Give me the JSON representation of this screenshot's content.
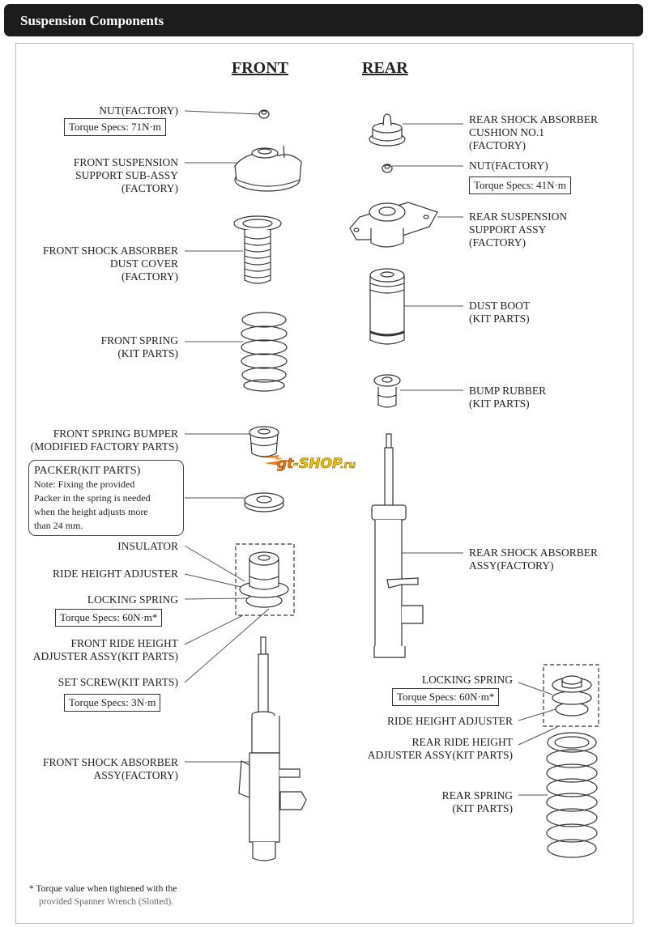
{
  "header": {
    "title": "Suspension Components"
  },
  "columns": {
    "front": "FRONT",
    "rear": "REAR"
  },
  "front": {
    "nut": {
      "label": "NUT(FACTORY)",
      "torque": "Torque Specs: 71N·m"
    },
    "support": {
      "label": "FRONT SUSPENSION\nSUPPORT SUB-ASSY\n(FACTORY)"
    },
    "dust_cover": {
      "label": "FRONT SHOCK ABSORBER\nDUST COVER\n(FACTORY)"
    },
    "spring": {
      "label": "FRONT SPRING\n(KIT PARTS)"
    },
    "spring_bumper": {
      "label": "FRONT SPRING BUMPER\n(MODIFIED FACTORY PARTS)"
    },
    "packer": {
      "title": "PACKER(KIT PARTS)",
      "note": "Note: Fixing the provided\nPacker in the spring is needed\nwhen the height adjusts more\nthan 24 mm."
    },
    "insulator": {
      "label": "INSULATOR"
    },
    "ride_height_adjuster": {
      "label": "RIDE HEIGHT ADJUSTER"
    },
    "locking_spring": {
      "label": "LOCKING SPRING",
      "torque": "Torque Specs: 60N·m*"
    },
    "adjuster_assy": {
      "label": "FRONT RIDE HEIGHT\nADJUSTER ASSY(KIT PARTS)"
    },
    "set_screw": {
      "label": "SET SCREW(KIT PARTS)",
      "torque": "Torque Specs: 3N·m"
    },
    "shock_absorber": {
      "label": "FRONT SHOCK ABSORBER\nASSY(FACTORY)"
    }
  },
  "rear": {
    "cushion": {
      "label": "REAR SHOCK ABSORBER\nCUSHION NO.1\n(FACTORY)"
    },
    "nut": {
      "label": "NUT(FACTORY)",
      "torque": "Torque Specs: 41N·m"
    },
    "support": {
      "label": "REAR SUSPENSION\nSUPPORT ASSY\n(FACTORY)"
    },
    "dust_boot": {
      "label": "DUST BOOT\n(KIT PARTS)"
    },
    "bump_rubber": {
      "label": "BUMP RUBBER\n(KIT PARTS)"
    },
    "shock_absorber": {
      "label": "REAR SHOCK ABSORBER\nASSY(FACTORY)"
    },
    "locking_spring": {
      "label": "LOCKING SPRING",
      "torque": "Torque Specs: 60N·m*"
    },
    "ride_height_adjuster": {
      "label": "RIDE HEIGHT ADJUSTER"
    },
    "adjuster_assy": {
      "label": "REAR RIDE HEIGHT\nADJUSTER ASSY(KIT PARTS)"
    },
    "spring": {
      "label": "REAR SPRING\n(KIT PARTS)"
    }
  },
  "watermark": {
    "text": "gt-shop.ru",
    "colors": [
      "#f07a10",
      "#f5c400"
    ]
  },
  "footnote": {
    "line1": "* Torque value when tightened with the",
    "line2": "provided Spanner Wrench (Slotted)."
  }
}
